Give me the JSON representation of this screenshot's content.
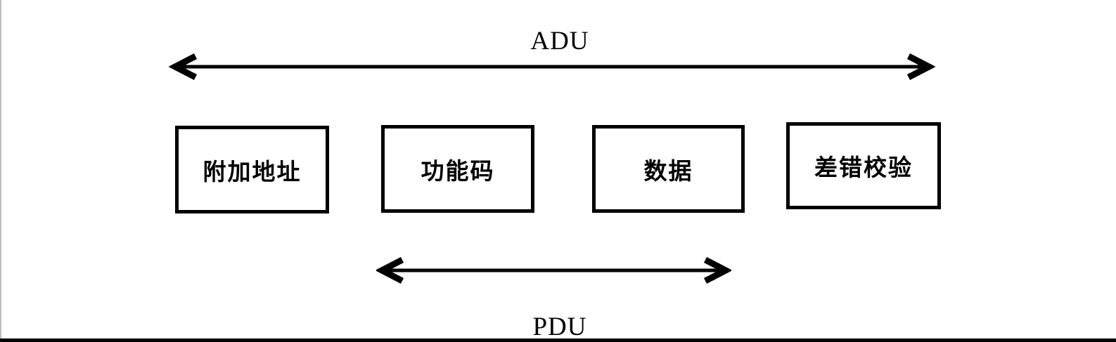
{
  "diagram": {
    "top_span": {
      "label": "ADU"
    },
    "bottom_span": {
      "label": "PDU"
    },
    "boxes": [
      {
        "label": "附加地址"
      },
      {
        "label": "功能码"
      },
      {
        "label": "数据"
      },
      {
        "label": "差错校验"
      }
    ],
    "colors": {
      "line": "#000000",
      "background": "#ffffff",
      "left_edge_rule": "#bdbdbd"
    }
  }
}
